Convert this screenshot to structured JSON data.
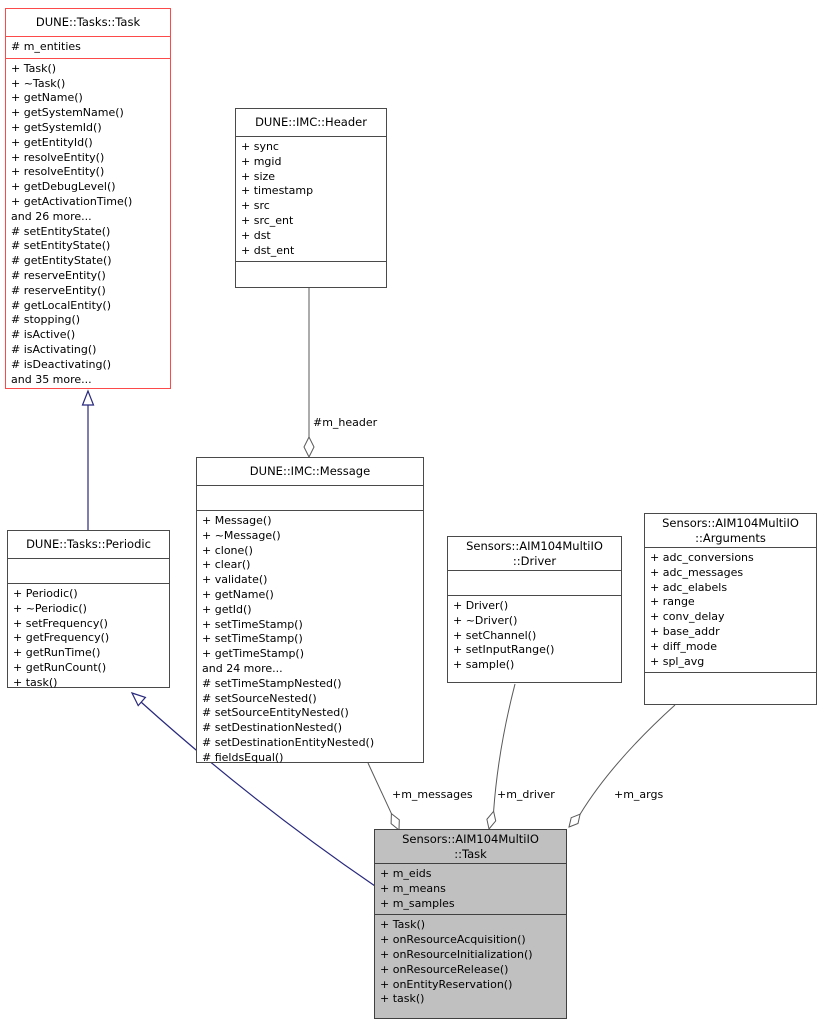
{
  "diagram": {
    "kind": "uml-collaboration-diagram",
    "colors": {
      "background": "#ffffff",
      "box_border": "#4a4a4a",
      "truncated_box_border": "#fc4a4a",
      "highlighted_box_fill": "#c0c0c0",
      "inheritance_edge": "#28287d",
      "member_edge": "#595959",
      "text": "#000000"
    }
  },
  "classes": {
    "dune_tasks_task": {
      "title": "DUNE::Tasks::Task",
      "attributes": [
        "# m_entities"
      ],
      "methods": [
        "+ Task()",
        "+ ~Task()",
        "+ getName()",
        "+ getSystemName()",
        "+ getSystemId()",
        "+ getEntityId()",
        "+ resolveEntity()",
        "+ resolveEntity()",
        "+ getDebugLevel()",
        "+ getActivationTime()",
        "and 26 more...",
        "# setEntityState()",
        "# setEntityState()",
        "# getEntityState()",
        "# reserveEntity()",
        "# reserveEntity()",
        "# getLocalEntity()",
        "# stopping()",
        "# isActive()",
        "# isActivating()",
        "# isDeactivating()",
        "and 35 more..."
      ]
    },
    "dune_imc_header": {
      "title": "DUNE::IMC::Header",
      "attributes": [
        "+ sync",
        "+ mgid",
        "+ size",
        "+ timestamp",
        "+ src",
        "+ src_ent",
        "+ dst",
        "+ dst_ent"
      ],
      "methods": []
    },
    "dune_tasks_periodic": {
      "title": "DUNE::Tasks::Periodic",
      "attributes": [],
      "methods": [
        "+ Periodic()",
        "+ ~Periodic()",
        "+ setFrequency()",
        "+ getFrequency()",
        "+ getRunTime()",
        "+ getRunCount()",
        "+ task()"
      ]
    },
    "dune_imc_message": {
      "title": "DUNE::IMC::Message",
      "attributes": [],
      "methods": [
        "+ Message()",
        "+ ~Message()",
        "+ clone()",
        "+ clear()",
        "+ validate()",
        "+ getName()",
        "+ getId()",
        "+ setTimeStamp()",
        "+ setTimeStamp()",
        "+ getTimeStamp()",
        "and 24 more...",
        "# setTimeStampNested()",
        "# setSourceNested()",
        "# setSourceEntityNested()",
        "# setDestinationNested()",
        "# setDestinationEntityNested()",
        "# fieldsEqual()"
      ]
    },
    "sensors_driver": {
      "title": "Sensors::AIM104MultiIO\n::Driver",
      "attributes": [],
      "methods": [
        "+ Driver()",
        "+ ~Driver()",
        "+ setChannel()",
        "+ setInputRange()",
        "+ sample()"
      ]
    },
    "sensors_arguments": {
      "title": "Sensors::AIM104MultiIO\n::Arguments",
      "attributes": [
        "+ adc_conversions",
        "+ adc_messages",
        "+ adc_elabels",
        "+ range",
        "+ conv_delay",
        "+ base_addr",
        "+ diff_mode",
        "+ spl_avg"
      ],
      "methods": []
    },
    "sensors_task": {
      "title": "Sensors::AIM104MultiIO\n::Task",
      "attributes": [
        "+ m_eids",
        "+ m_means",
        "+ m_samples"
      ],
      "methods": [
        "+ Task()",
        "+ onResourceAcquisition()",
        "+ onResourceInitialization()",
        "+ onResourceRelease()",
        "+ onEntityReservation()",
        "+ task()"
      ]
    }
  },
  "edges": {
    "m_header_label": "#m_header",
    "m_messages_label": "+m_messages",
    "m_driver_label": "+m_driver",
    "m_args_label": "+m_args"
  }
}
